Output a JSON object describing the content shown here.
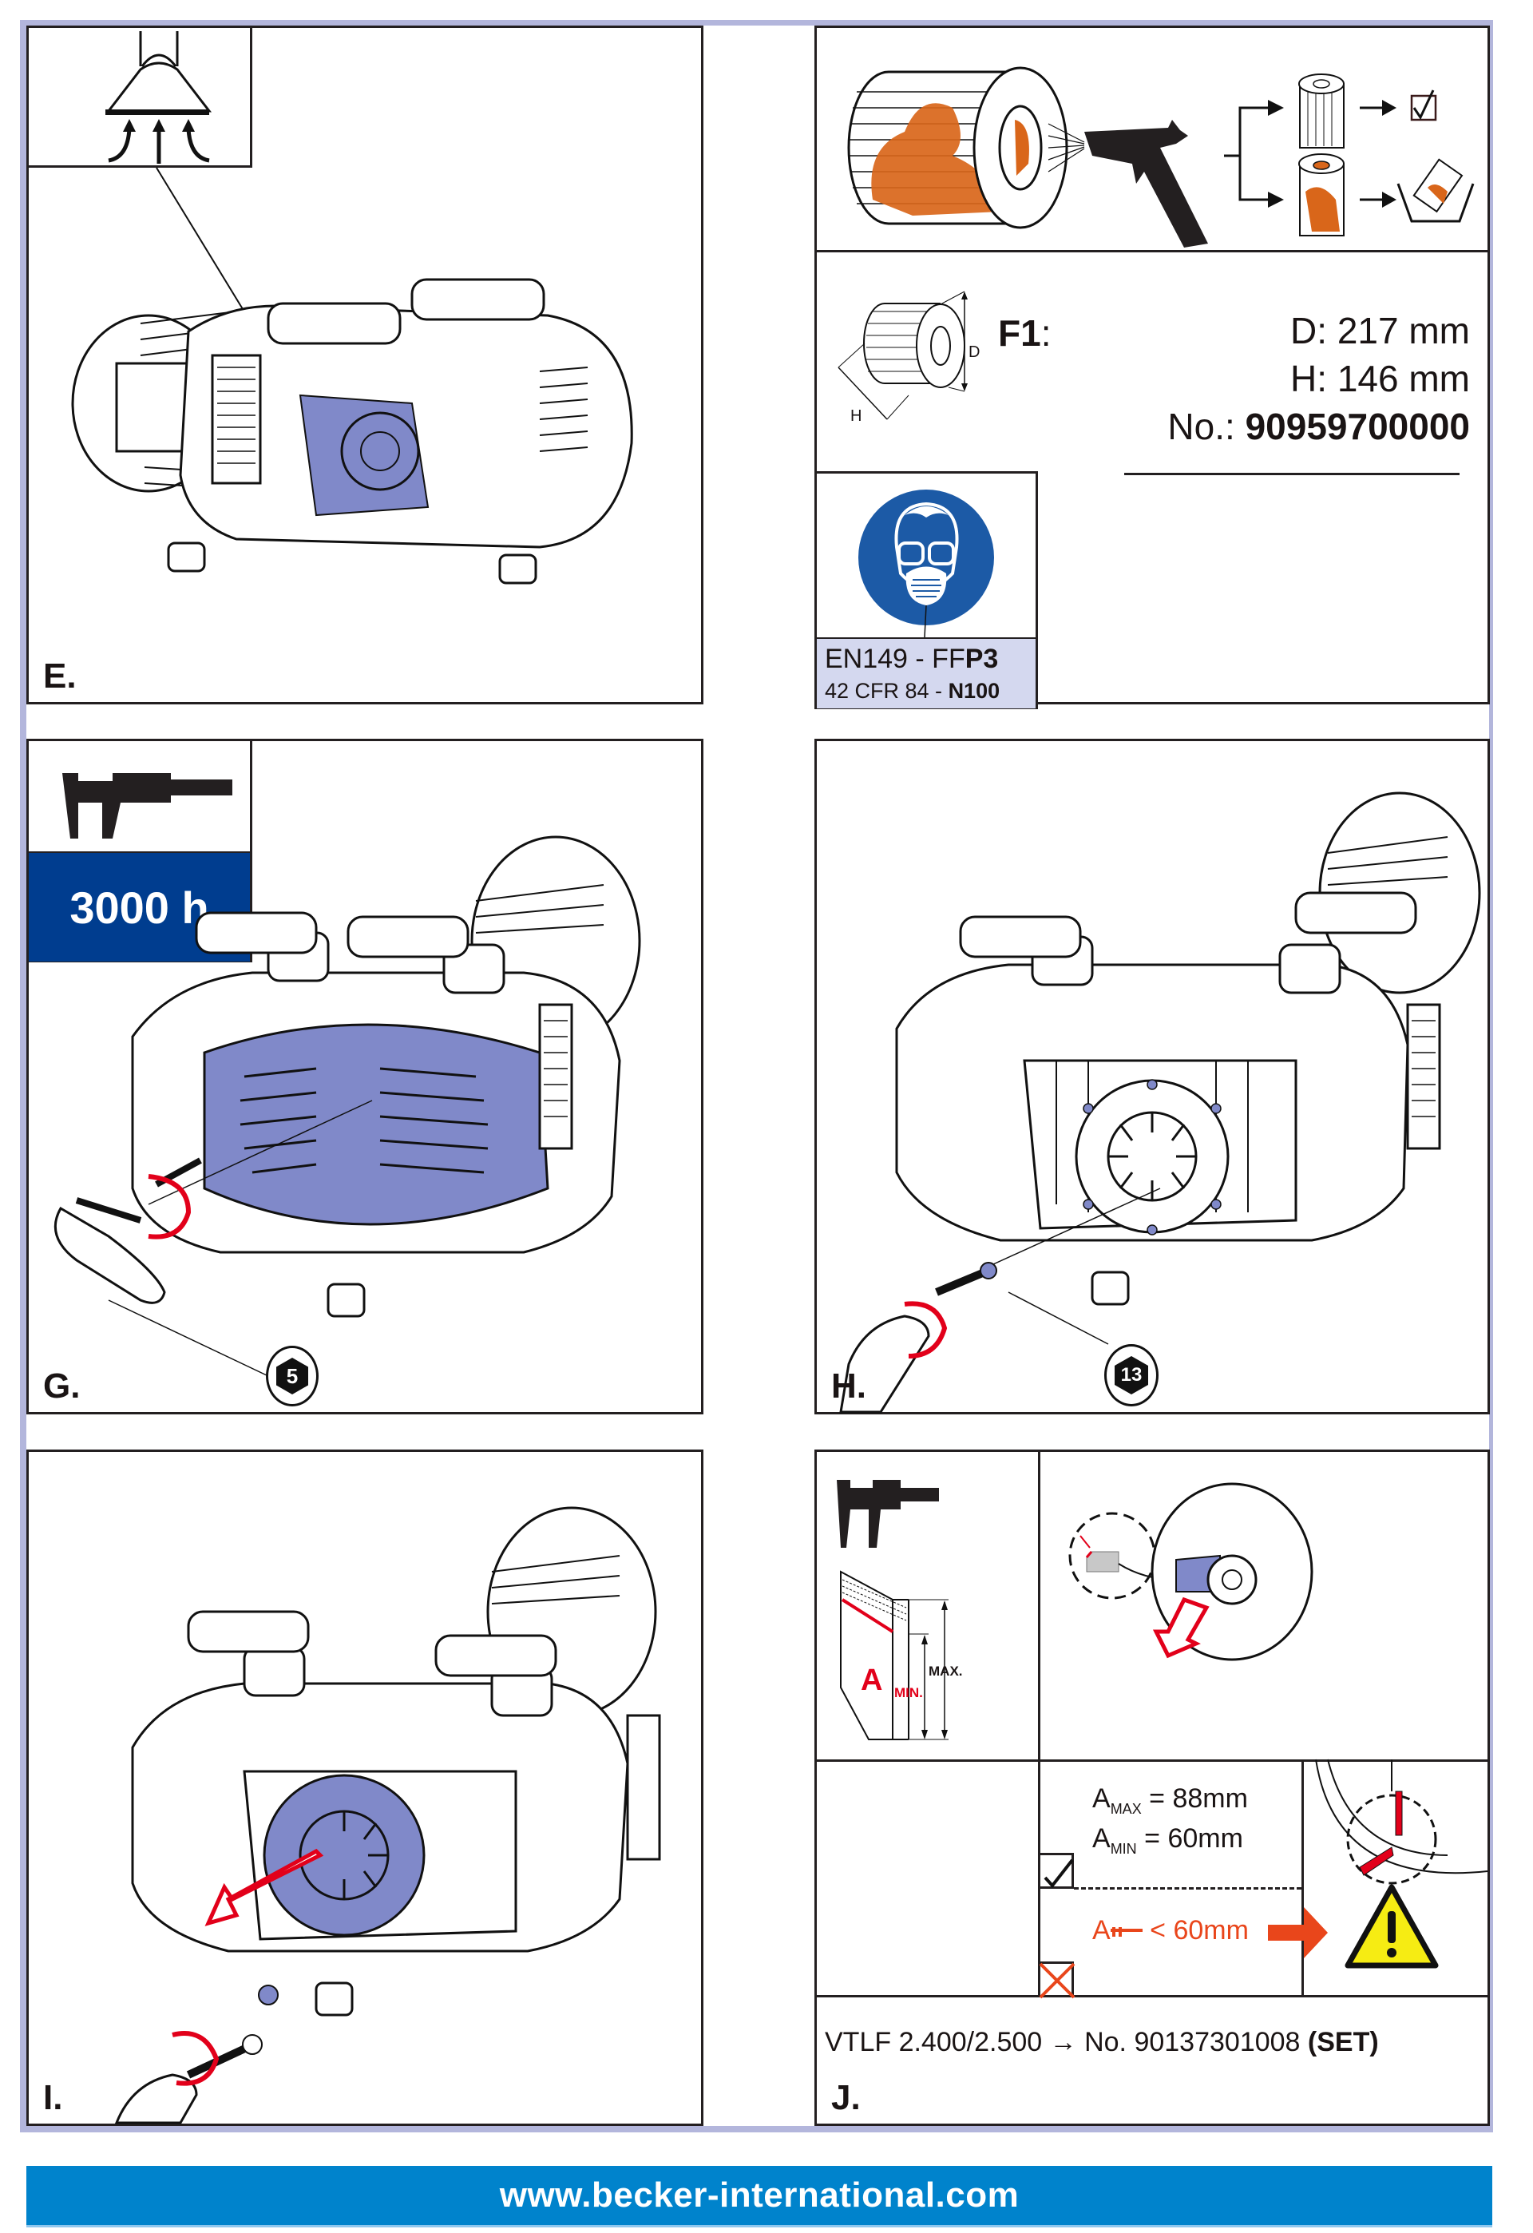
{
  "panels": {
    "e": {
      "letter": "E.",
      "icons": [
        "extraction-hood-icon",
        "compressor-illustration"
      ]
    },
    "f": {
      "cleaning": {
        "icons": [
          "filter-cartridge-icon",
          "air-gun-icon",
          "ok-filter-icon",
          "checkbox-ok-icon",
          "dirty-filter-icon",
          "disposal-bin-icon"
        ]
      },
      "filter_spec": {
        "dim_label_d": "D",
        "dim_label_h": "H",
        "id": "F1",
        "id_colon": ":",
        "diameter": "D: 217 mm",
        "height": "H: 146 mm",
        "part_no_label": "No.:",
        "part_no": "90959700000"
      },
      "ppe": {
        "line1_prefix": "EN149 - FF",
        "line1_bold": "P3",
        "line2_prefix": "42 CFR 84 - ",
        "line2_bold": "N100",
        "icon": "respirator-mask-icon"
      }
    },
    "g": {
      "letter": "G.",
      "interval": "3000 h",
      "wrench_size": "5",
      "icons": [
        "caliper-icon",
        "key-tool-icon",
        "rotate-arrow-icon"
      ]
    },
    "h": {
      "letter": "H.",
      "wrench_size": "13",
      "icons": [
        "screwdriver-icon",
        "rotate-arrow-icon"
      ]
    },
    "i": {
      "letter": "I.",
      "icons": [
        "screwdriver-icon",
        "pull-arrow-icon"
      ]
    },
    "j": {
      "letter": "J.",
      "vane_label": "A",
      "max_label": "MAX.",
      "min_label": "MIN.",
      "a_max_sub": "MAX",
      "a_max_value": "= 88mm",
      "a_min_sub": "MIN",
      "a_min_value": "= 60mm",
      "a_symbol": "A",
      "warn_value": "< 60mm",
      "kit_model": "VTLF 2.400/2.500",
      "kit_arrow": "→",
      "kit_no": "No. 90137301008",
      "kit_set": "(SET)"
    }
  },
  "footer": {
    "url": "www.becker-international.com"
  },
  "colors": {
    "frame": "#b3b6dc",
    "navy": "#003d8f",
    "safety_blue": "#1c5aa6",
    "url_bar": "#0083cc",
    "red": "#e2001a",
    "orange": "#e05d14",
    "dirt": "#d9661a",
    "part_blue": "#8089c9",
    "warning_yellow": "#f6ec13"
  }
}
